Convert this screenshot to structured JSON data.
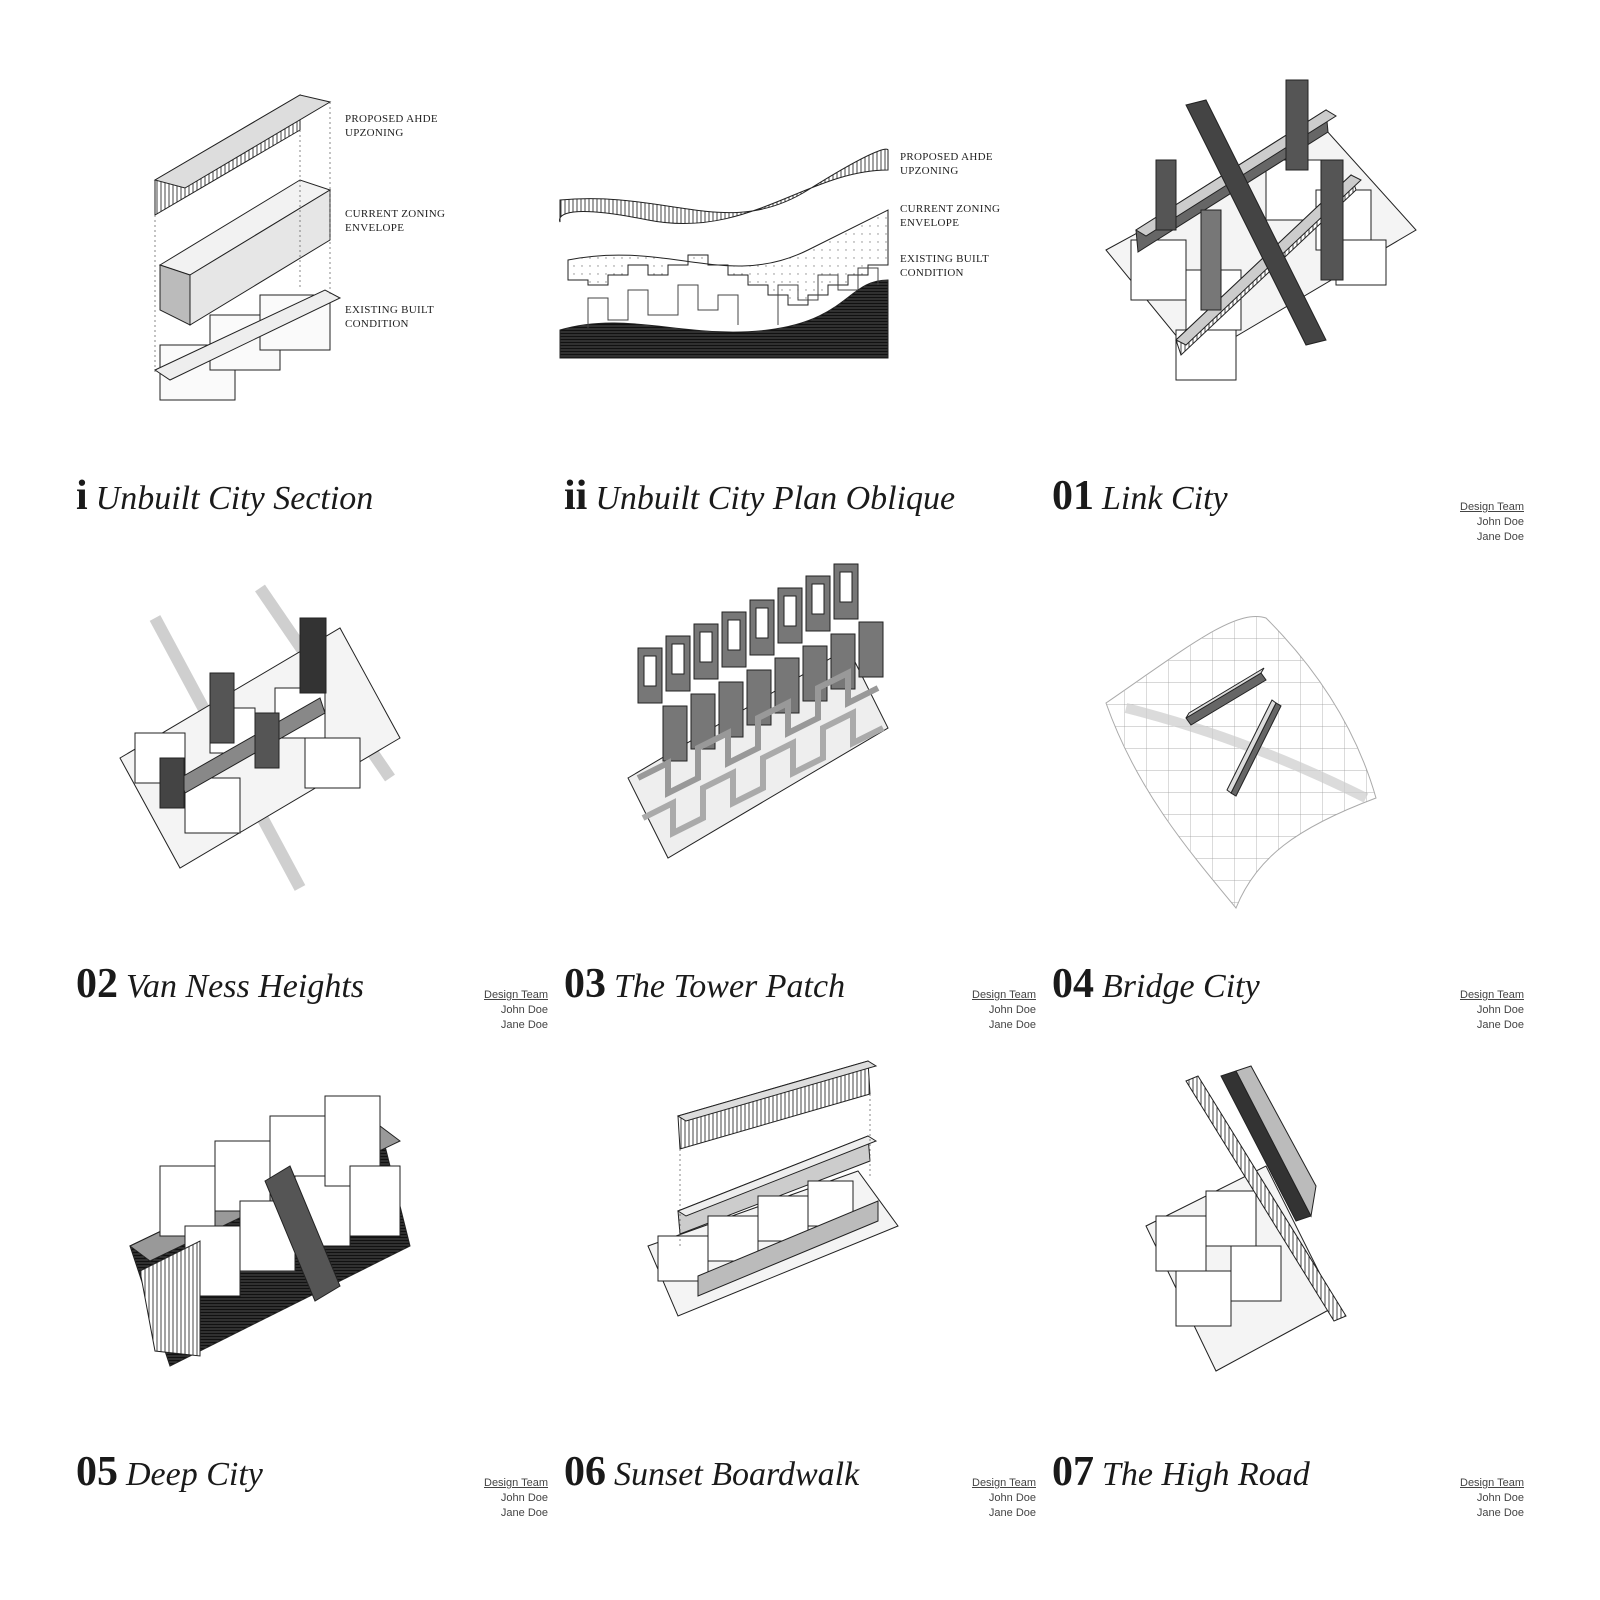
{
  "panels": [
    {
      "number": "i",
      "title": "Unbuilt City Section",
      "labels": {
        "top": [
          "PROPOSED AHDE",
          "UPZONING"
        ],
        "middle": [
          "CURRENT ZONING",
          "ENVELOPE"
        ],
        "bottom": [
          "EXISTING BUILT",
          "CONDITION"
        ]
      }
    },
    {
      "number": "ii",
      "title": "Unbuilt City Plan Oblique",
      "labels": {
        "top": [
          "PROPOSED AHDE",
          "UPZONING"
        ],
        "middle": [
          "CURRENT ZONING",
          "ENVELOPE"
        ],
        "bottom": [
          "EXISTING BUILT",
          "CONDITION"
        ]
      }
    },
    {
      "number": "01",
      "title": "Link City",
      "team": {
        "heading": "Design Team",
        "members": [
          "John Doe",
          "Jane Doe"
        ]
      }
    },
    {
      "number": "02",
      "title": "Van Ness Heights",
      "team": {
        "heading": "Design Team",
        "members": [
          "John Doe",
          "Jane Doe"
        ]
      }
    },
    {
      "number": "03",
      "title": "The Tower Patch",
      "team": {
        "heading": "Design Team",
        "members": [
          "John Doe",
          "Jane Doe"
        ]
      }
    },
    {
      "number": "04",
      "title": "Bridge City",
      "team": {
        "heading": "Design Team",
        "members": [
          "John Doe",
          "Jane Doe"
        ]
      }
    },
    {
      "number": "05",
      "title": "Deep City",
      "team": {
        "heading": "Design Team",
        "members": [
          "John Doe",
          "Jane Doe"
        ]
      }
    },
    {
      "number": "06",
      "title": "Sunset Boardwalk",
      "team": {
        "heading": "Design Team",
        "members": [
          "John Doe",
          "Jane Doe"
        ]
      }
    },
    {
      "number": "07",
      "title": "The High Road",
      "team": {
        "heading": "Design Team",
        "members": [
          "John Doe",
          "Jane Doe"
        ]
      }
    }
  ]
}
